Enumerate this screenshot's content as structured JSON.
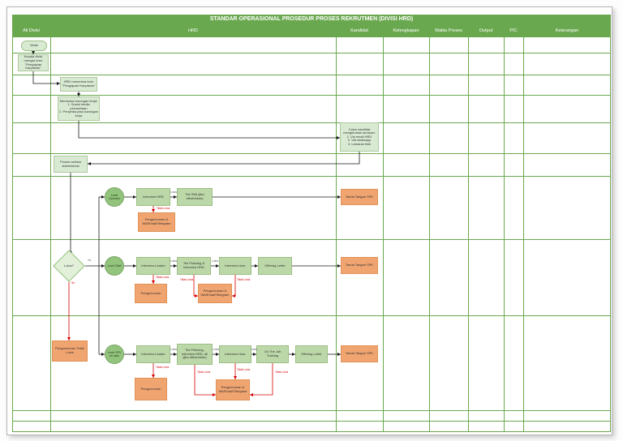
{
  "title": "STANDAR OPERASIONAL PROSEDUR PROSES REKRUTMEN (DIVISI HRD)",
  "columns": [
    "All Divisi",
    "HRD",
    "Kandidat",
    "Kelengkapan",
    "Waktu Proses",
    "Output",
    "PIC",
    "Keterangan"
  ],
  "colors": {
    "header_green": "#6aa84f",
    "grid_green": "#6aa84f",
    "light_green_box": "#d9ead3",
    "green_box": "#bcd8a8",
    "circle_green": "#93c47d",
    "orange_box": "#f0a46f",
    "arrow_red": "#d40000",
    "arrow_black": "#1a1a1a"
  },
  "nodes": {
    "start": "Mulai",
    "kepala_divisi": "Kepala divisi mengisi form \"Pengajuan Karyawan\"",
    "terima_form": "HRD menerima form \"Pengajuan Karyawan\"",
    "buka_lowongan": "Membuka lowongan kerja:\n1. Sosial media perusahaan\n2. Penyedia jasa lowongan kerja",
    "kirim_lamaran": "Calon kandidat mengirimkan lamaran:\n1. Via email HRD\n2. Via whatsapp\n3. Lamaran fisik",
    "seleksi": "Proses seleksi administrasi",
    "lolos_q": "Lolos?",
    "level_operator": "Level Operator",
    "level_staff": "Level Staff",
    "level_spv": "Level SPV ke atas",
    "interview_hrd": "Interview HRD",
    "tes_skill": "Tes Skill (jika dibutuhkan)",
    "interview_leader": "Interview Leader",
    "tes_psikolog_staff": "Tes Psikolog & Interview HRD",
    "tes_psikolog_spv": "Tes Psikolog, Interview HRD, dll (jika dibutuhkan)",
    "interview_user": "Interview User",
    "ojt": "On The Job Training",
    "offering": "Offering Letter",
    "ttd_spk": "Tanda Tangan SPK",
    "pengumuman": "Pengumuman",
    "pengumuman_wa": "Pengumuman & WA/Email/Telegram",
    "pengumuman_tidak_lolos": "Pengumuman Tidak Lolos"
  },
  "labels": {
    "ya": "Ya",
    "no": "No",
    "lolos": "Lolos",
    "tidak_lolos": "Tidak Lolos"
  }
}
